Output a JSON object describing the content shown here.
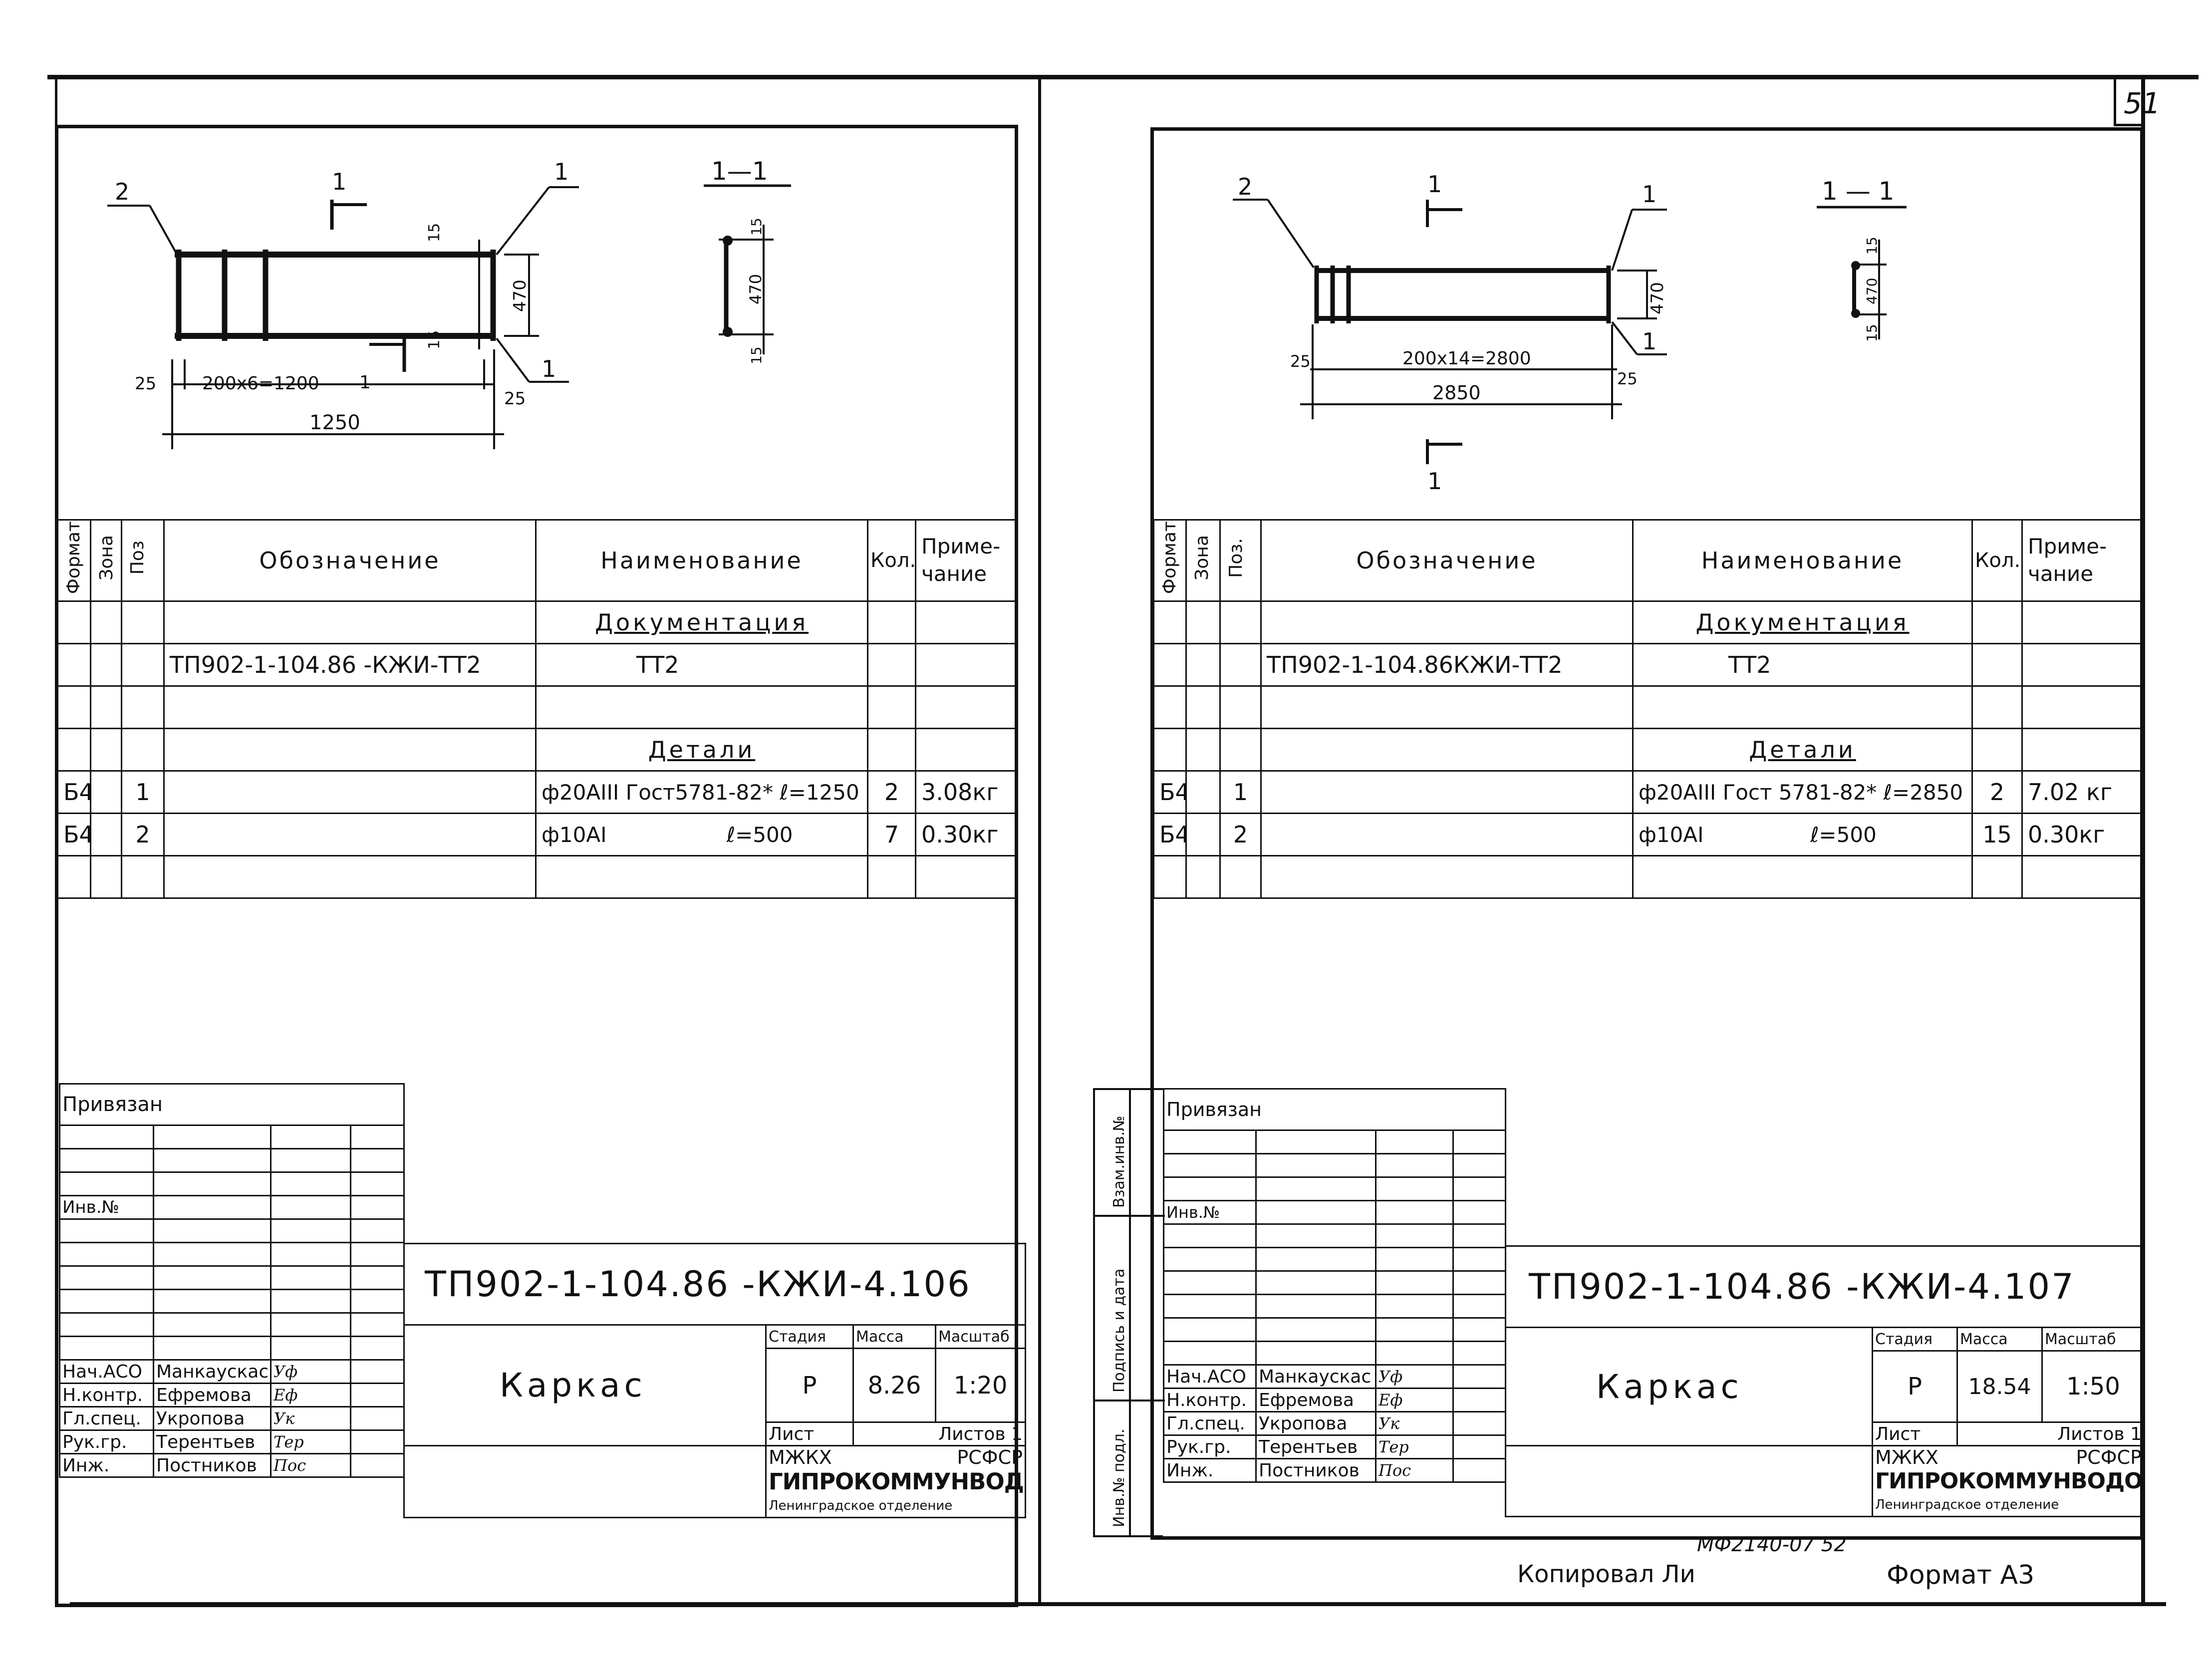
{
  "page": {
    "sheet_no": "51",
    "copied": "Копировал  Ли",
    "format": "Формат А3",
    "archive_code": "МФ2140-07  52"
  },
  "side_stamp": [
    "Инв.№ подл.",
    "Подпись и дата",
    "Взам.инв.№"
  ],
  "drawings": [
    {
      "dims": {
        "callout_2": "2",
        "callout_1a": "1",
        "callout_1b": "1",
        "section_mark": "1",
        "d15_top": "15",
        "d470": "470",
        "d15_bot": "15",
        "d25_left": "25",
        "span": "200х6=1200",
        "span_mid": "1",
        "d25_right": "25",
        "overall": "1250",
        "section_title": "1—1",
        "s15_top": "15",
        "s470": "470",
        "s15_bot": "15"
      },
      "spec": {
        "headers": {
          "format": "Формат",
          "zone": "Зона",
          "pos": "Поз",
          "designation": "Обозначение",
          "name": "Наименование",
          "qty": "Кол.",
          "note": "Приме-чание"
        },
        "section_docs": "Документация",
        "doc_ref": "ТП902-1-104.86 -КЖИ-ТТ2",
        "doc_name": "ТТ2",
        "section_parts": "Детали",
        "rows": [
          {
            "format": "Б4",
            "pos": "1",
            "name": "ф20АIII Гост5781-82* ℓ=1250",
            "qty": "2",
            "note": "3.08кг"
          },
          {
            "format": "Б4",
            "pos": "2",
            "name": "ф10АI                  ℓ=500",
            "qty": "7",
            "note": "0.30кг"
          }
        ]
      },
      "title_block": {
        "privyazan": "Привязан",
        "inv": "Инв.№",
        "code": "ТП902-1-104.86  -КЖИ-4.106",
        "name": "Каркас",
        "stage_label": "Стадия",
        "mass_label": "Масса",
        "scale_label": "Масштаб",
        "stage": "Р",
        "mass": "8.26",
        "scale": "1:20",
        "sheet_label": "Лист",
        "sheets_label": "Листов  1",
        "org1": "МЖКХ",
        "org2": "РСФСР",
        "org3": "ГИПРОКОММУНВОДОКАНАЛ",
        "org4": "Ленинградское отделение",
        "people": [
          {
            "role": "Нач.АСО",
            "name": "Манкаускас",
            "sign": "Уф"
          },
          {
            "role": "Н.контр.",
            "name": "Ефремова",
            "sign": "Еф"
          },
          {
            "role": "Гл.спец.",
            "name": "Укропова",
            "sign": "Ук"
          },
          {
            "role": "Рук.гр.",
            "name": "Терентьев",
            "sign": "Тер"
          },
          {
            "role": "Инж.",
            "name": "Постников",
            "sign": "Пос"
          }
        ]
      }
    },
    {
      "dims": {
        "callout_2": "2",
        "callout_1a": "1",
        "callout_1b": "1",
        "section_mark": "1",
        "d470": "470",
        "d25_left": "25",
        "span": "200х14=2800",
        "d25_right": "25",
        "overall": "2850",
        "section_title": "1 — 1",
        "s15_top": "15",
        "s470": "470",
        "s15_bot": "15",
        "section_mark_bottom": "1"
      },
      "spec": {
        "headers": {
          "format": "Формат",
          "zone": "Зона",
          "pos": "Поз.",
          "designation": "Обозначение",
          "name": "Наименование",
          "qty": "Кол.",
          "note": "Приме-чание"
        },
        "section_docs": "Документация",
        "doc_ref": "ТП902-1-104.86КЖИ-ТТ2",
        "doc_name": "ТТ2",
        "section_parts": "Детали",
        "rows": [
          {
            "format": "Б4",
            "pos": "1",
            "name": "ф20АIII Гост 5781-82* ℓ=2850",
            "qty": "2",
            "note": "7.02 кг"
          },
          {
            "format": "Б4",
            "pos": "2",
            "name": "ф10АI                ℓ=500",
            "qty": "15",
            "note": "0.30кг"
          }
        ]
      },
      "title_block": {
        "privyazan": "Привязан",
        "inv": "Инв.№",
        "code": "ТП902-1-104.86  -КЖИ-4.107",
        "name": "Каркас",
        "stage_label": "Стадия",
        "mass_label": "Масса",
        "scale_label": "Масштаб",
        "stage": "Р",
        "mass": "18.54",
        "scale": "1:50",
        "sheet_label": "Лист",
        "sheets_label": "Листов  1",
        "org1": "МЖКХ",
        "org2": "РСФСР",
        "org3": "ГИПРОКОММУНВОДОКАНАЛ",
        "org4": "Ленинградское отделение",
        "people": [
          {
            "role": "Нач.АСО",
            "name": "Манкаускас",
            "sign": "Уф"
          },
          {
            "role": "Н.контр.",
            "name": "Ефремова",
            "sign": "Еф"
          },
          {
            "role": "Гл.спец.",
            "name": "Укропова",
            "sign": "Ук"
          },
          {
            "role": "Рук.гр.",
            "name": "Терентьев",
            "sign": "Тер"
          },
          {
            "role": "Инж.",
            "name": "Постников",
            "sign": "Пос"
          }
        ]
      }
    }
  ]
}
